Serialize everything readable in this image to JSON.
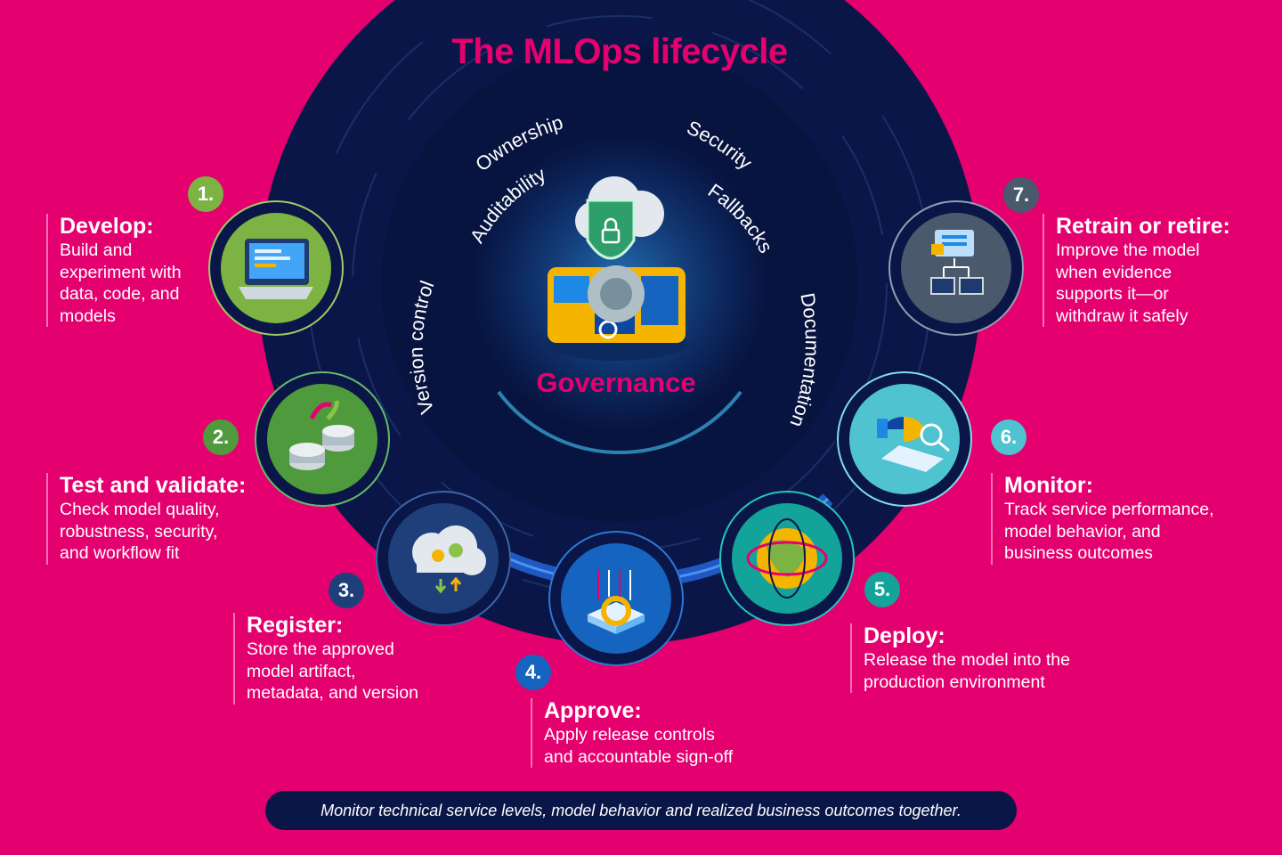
{
  "title": "The MLOps lifecycle",
  "center_label": "Governance",
  "governance_terms": [
    "Version control",
    "Auditability",
    "Ownership",
    "Security",
    "Fallbacks",
    "Documentation"
  ],
  "steps": [
    {
      "number": "1.",
      "title": "Develop:",
      "lines": [
        "Build and",
        "experiment with",
        "data, code, and",
        "models"
      ],
      "color": "#7cb342"
    },
    {
      "number": "2.",
      "title": "Test and validate:",
      "lines": [
        "Check model quality,",
        "robustness, security,",
        "and workflow fit"
      ],
      "color": "#4e9a3c"
    },
    {
      "number": "3.",
      "title": "Register:",
      "lines": [
        "Store the approved",
        "model artifact,",
        "metadata, and version"
      ],
      "color": "#1e3f7a"
    },
    {
      "number": "4.",
      "title": "Approve:",
      "lines": [
        "Apply release controls",
        "and accountable sign-off"
      ],
      "color": "#1565c0"
    },
    {
      "number": "5.",
      "title": "Deploy:",
      "lines": [
        "Release the model into the",
        "production environment"
      ],
      "color": "#13a39a"
    },
    {
      "number": "6.",
      "title": "Monitor:",
      "lines": [
        "Track service performance,",
        "model behavior, and",
        "business outcomes"
      ],
      "color": "#4fc3d0"
    },
    {
      "number": "7.",
      "title": "Retrain or retire:",
      "lines": [
        "Improve the model",
        "when evidence",
        "supports it—or",
        "withdraw it safely"
      ],
      "color": "#4a5a6c"
    }
  ],
  "footer": "Monitor technical service levels, model behavior and realized business outcomes together.",
  "colors": {
    "background": "#e5006f",
    "navy": "#0a1647",
    "accent": "#e5006f"
  }
}
